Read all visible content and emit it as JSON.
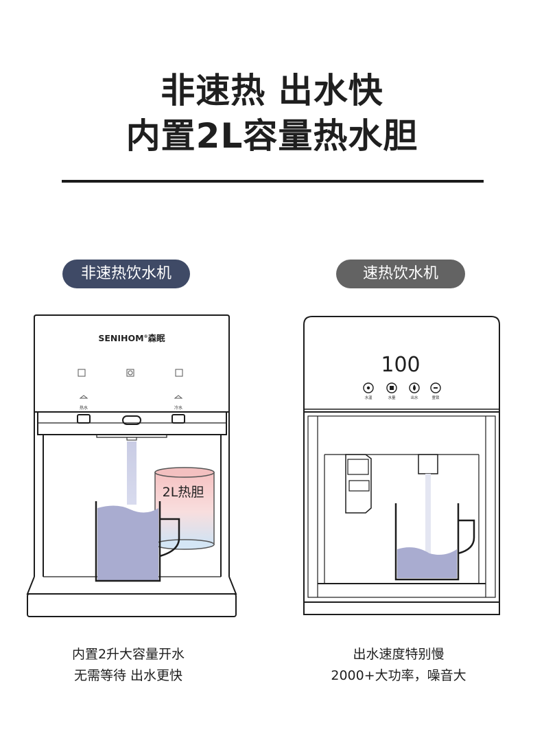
{
  "headline": {
    "line1": "非速热  出水快",
    "line2": "内置2L容量热水胆"
  },
  "left": {
    "label": "非速热饮水机",
    "brand": "SENIHOM",
    "brand_cn": "森眠",
    "hot_key": "热水",
    "cold_key": "冷水",
    "tank_label": "2L热胆",
    "caption_line1": "内置2升大容量开水",
    "caption_line2": "无需等待 出水更快"
  },
  "right": {
    "label": "速热饮水机",
    "display_value": "100",
    "buttons": [
      "水温",
      "水量",
      "出水",
      "童锁"
    ],
    "caption_line1": "出水速度特别慢",
    "caption_line2": "2000+大功率，噪音大"
  },
  "colors": {
    "accent_left": "#3f4a66",
    "accent_right": "#636363",
    "water": "#a9acd0"
  }
}
